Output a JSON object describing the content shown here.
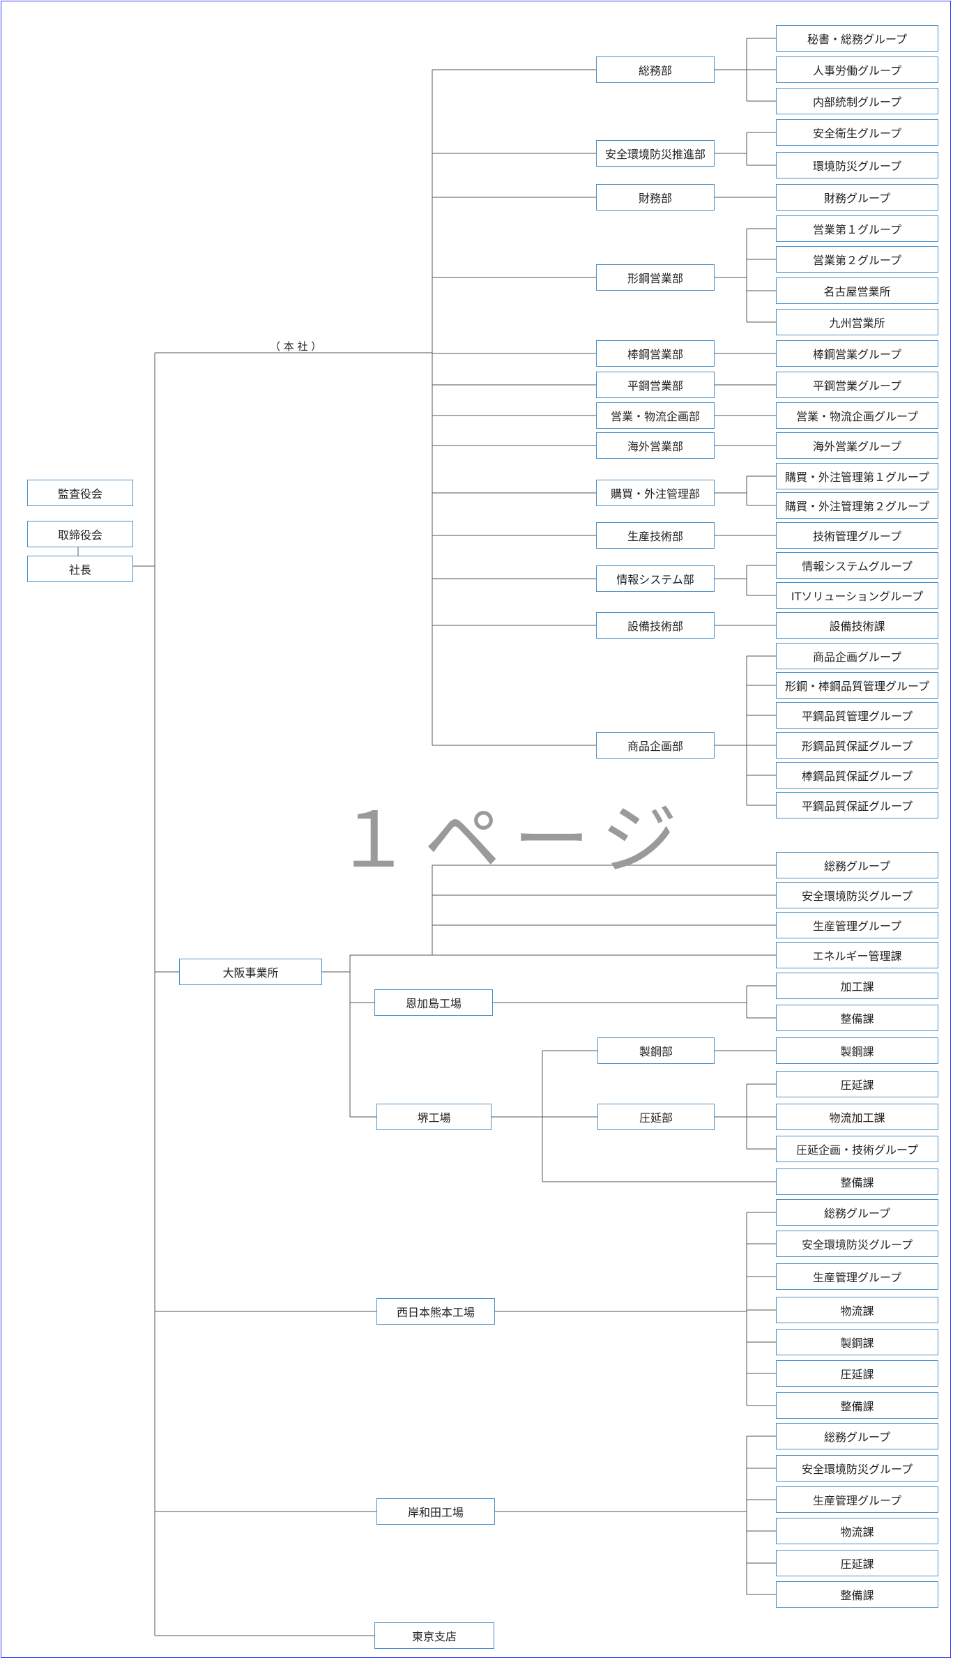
{
  "colors": {
    "box_border": "#4a90c8",
    "line": "#555555",
    "frame": "#3b3bff",
    "watermark": "#9a9a9a"
  },
  "watermark": "１ページ",
  "honsha_tag": "（ 本 社 ）",
  "left": {
    "kansa": "監査役会",
    "torishimari": "取締役会",
    "shacho": "社長"
  },
  "honsha": {
    "depts": [
      {
        "label": "総務部",
        "groups": [
          "秘書・総務グループ",
          "人事労働グループ",
          "内部統制グループ"
        ]
      },
      {
        "label": "安全環境防災推進部",
        "groups": [
          "安全衛生グループ",
          "環境防災グループ"
        ]
      },
      {
        "label": "財務部",
        "groups": [
          "財務グループ"
        ]
      },
      {
        "label": "形鋼営業部",
        "groups": [
          "営業第１グループ",
          "営業第２グループ",
          "名古屋営業所",
          "九州営業所"
        ]
      },
      {
        "label": "棒鋼営業部",
        "groups": [
          "棒鋼営業グループ"
        ]
      },
      {
        "label": "平鋼営業部",
        "groups": [
          "平鋼営業グループ"
        ]
      },
      {
        "label": "営業・物流企画部",
        "groups": [
          "営業・物流企画グループ"
        ]
      },
      {
        "label": "海外営業部",
        "groups": [
          "海外営業グループ"
        ]
      },
      {
        "label": "購買・外注管理部",
        "groups": [
          "購買・外注管理第１グループ",
          "購買・外注管理第２グループ"
        ]
      },
      {
        "label": "生産技術部",
        "groups": [
          "技術管理グループ"
        ]
      },
      {
        "label": "情報システム部",
        "groups": [
          "情報システムグループ",
          "ITソリューショングループ"
        ]
      },
      {
        "label": "設備技術部",
        "groups": [
          "設備技術課"
        ]
      },
      {
        "label": "商品企画部",
        "groups": [
          "商品企画グループ",
          "形鋼・棒鋼品質管理グループ",
          "平鋼品質管理グループ",
          "形鋼品質保証グループ",
          "棒鋼品質保証グループ",
          "平鋼品質保証グループ"
        ]
      }
    ]
  },
  "osaka": {
    "label": "大阪事業所",
    "direct_groups": [
      "総務グループ",
      "安全環境防災グループ",
      "生産管理グループ",
      "エネルギー管理課"
    ],
    "onkajima": {
      "label": "恩加島工場",
      "groups": [
        "加工課",
        "整備課"
      ]
    },
    "sakai": {
      "label": "堺工場",
      "seiko": {
        "label": "製鋼部",
        "groups": [
          "製鋼課"
        ]
      },
      "atsuen": {
        "label": "圧延部",
        "groups": [
          "圧延課",
          "物流加工課",
          "圧延企画・技術グループ"
        ]
      },
      "direct_group": "整備課"
    }
  },
  "kumamoto": {
    "label": "西日本熊本工場",
    "groups": [
      "総務グループ",
      "安全環境防災グループ",
      "生産管理グループ",
      "物流課",
      "製鋼課",
      "圧延課",
      "整備課"
    ]
  },
  "kishiwada": {
    "label": "岸和田工場",
    "groups": [
      "総務グループ",
      "安全環境防災グループ",
      "生産管理グループ",
      "物流課",
      "圧延課",
      "整備課"
    ]
  },
  "tokyo": {
    "label": "東京支店"
  }
}
